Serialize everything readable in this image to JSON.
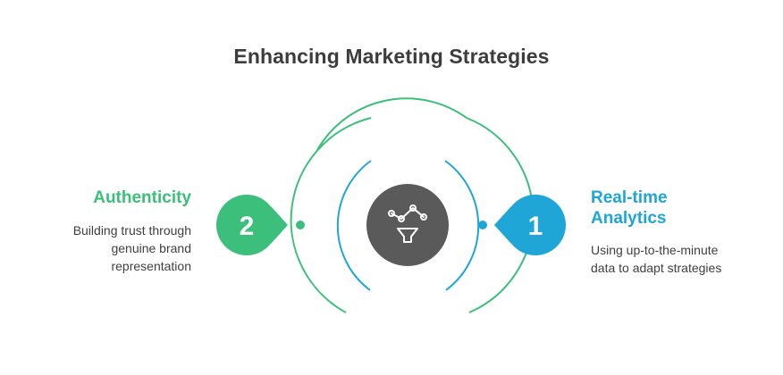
{
  "title": "Enhancing Marketing Strategies",
  "colors": {
    "green": "#3bbf7a",
    "blue": "#1fa6d6",
    "center": "#5a5a5a",
    "text": "#3f3f3f"
  },
  "center_icon": "funnel-analytics-icon",
  "items": [
    {
      "number": "1",
      "heading_line1": "Real-time",
      "heading_line2": "Analytics",
      "desc_line1": "Using up-to-the-minute",
      "desc_line2": "data to adapt strategies",
      "color": "#1fa6d6"
    },
    {
      "number": "2",
      "heading_line1": "Authenticity",
      "desc_line1": "Building trust through",
      "desc_line2": "genuine brand",
      "desc_line3": "representation",
      "color": "#3bbf7a"
    }
  ]
}
